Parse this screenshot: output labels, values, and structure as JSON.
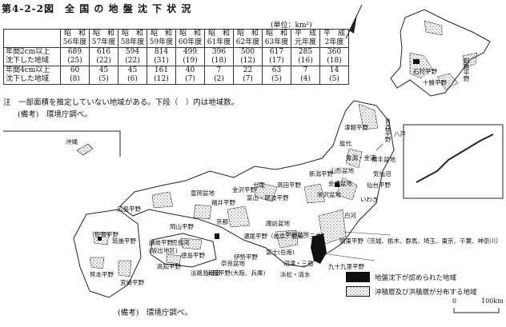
{
  "title": "第4-2-2図　全 国 の 地 盤 沈 下 状 況",
  "unit": "(単位：km²)",
  "table": {
    "headers": [
      [
        "昭　和",
        "56年度"
      ],
      [
        "昭　和",
        "57年度"
      ],
      [
        "昭　和",
        "58年度"
      ],
      [
        "昭　和",
        "59年度"
      ],
      [
        "昭　和",
        "60年度"
      ],
      [
        "昭　和",
        "61年度"
      ],
      [
        "昭　和",
        "62年度"
      ],
      [
        "昭　和",
        "63年度"
      ],
      [
        "平　成",
        "元年度"
      ],
      [
        "平　成",
        "2年度"
      ]
    ],
    "rows": [
      {
        "label": [
          "年間2cm以上",
          "沈下した地域"
        ],
        "values": [
          [
            "689",
            "(25)"
          ],
          [
            "616",
            "(22)"
          ],
          [
            "594",
            "(22)"
          ],
          [
            "814",
            "(31)"
          ],
          [
            "499",
            "(19)"
          ],
          [
            "396",
            "(18)"
          ],
          [
            "500",
            "(12)"
          ],
          [
            "617",
            "(17)"
          ],
          [
            "285",
            "(16)"
          ],
          [
            "360",
            "(18)"
          ]
        ]
      },
      {
        "label": [
          "年間4cm以上",
          "沈下した地域"
        ],
        "values": [
          [
            "60",
            "(8)"
          ],
          [
            "45",
            "(5)"
          ],
          [
            "45",
            "(6)"
          ],
          [
            "161",
            "(12)"
          ],
          [
            "40",
            "(7)"
          ],
          [
            "7",
            "(2)"
          ],
          [
            "22",
            "(7)"
          ],
          [
            "63",
            "(5)"
          ],
          [
            "7",
            "(4)"
          ],
          [
            "14",
            "(5)"
          ]
        ]
      }
    ]
  },
  "note": "注　一部面積を推定していない地域がある。下段（　）内は地域数。",
  "note_source": "(備考)　環境庁調べ。",
  "map_source": "(備考)　環境庁調べ。",
  "legend": {
    "subsidence": "地盤沈下が認められた地域",
    "alluvial": "沖積層及び洪積層が分布する地域"
  },
  "scale": {
    "zero": "0",
    "distance": "100km"
  },
  "map_labels": {
    "okinawa": "沖縄",
    "ishikari": "石狩平野",
    "tokachi": "十勝平野",
    "kushiro": "釧路平野",
    "tsugaru": "津軽平野",
    "aomori": "青森平野",
    "hachinohe": "八戸",
    "noshiro": "能代",
    "kisakata": "象潟・金浦",
    "yamagata": "山形盆地",
    "niigata": "新潟平野",
    "kesennuma": "気仙沼",
    "sendai": "仙台平野",
    "aizu": "会津盆地",
    "yonezawa": "米沢盆地",
    "iwaki": "いわき",
    "takada": "高田平野",
    "toyama": "富山・砺波平野",
    "kanazawa": "金沢平野",
    "nanao": "七尾",
    "fukui": "福井平野",
    "kanto": "関東平野（茨城、栃木、群馬、埼玉、東京、千葉、神奈川）",
    "kujukuri": "九十九里平野",
    "kofu": "甲府盆地",
    "suwa": "諏訪盆地",
    "nobi": "濃尾平野（岐阜、愛知、三重）",
    "fuji": "富士(岳南)",
    "numazu": "沼津・三島",
    "hamamatsu": "浜松・清水",
    "ise": "伊勢平野",
    "osaka": "大阪平野(大阪、兵庫)",
    "kyoto": "京都",
    "nara": "奈良盆地",
    "awaji": "淡路島南部",
    "sanuki": "讃岐平野",
    "sanuki_sub": "(坂出地区)",
    "tokushima": "徳島平野",
    "kochi": "高知平野",
    "okayama": "岡山平野",
    "hiroshima": "広島平野",
    "saga": "佐賀平野",
    "chikugo": "筑後平野",
    "kumamoto": "熊本平野",
    "miyazaki": "宮崎平野",
    "toyooka": "豊岡盆地",
    "kojima": "児島湾",
    "shirakawa": "白河",
    "yokote": "横手盆地"
  }
}
